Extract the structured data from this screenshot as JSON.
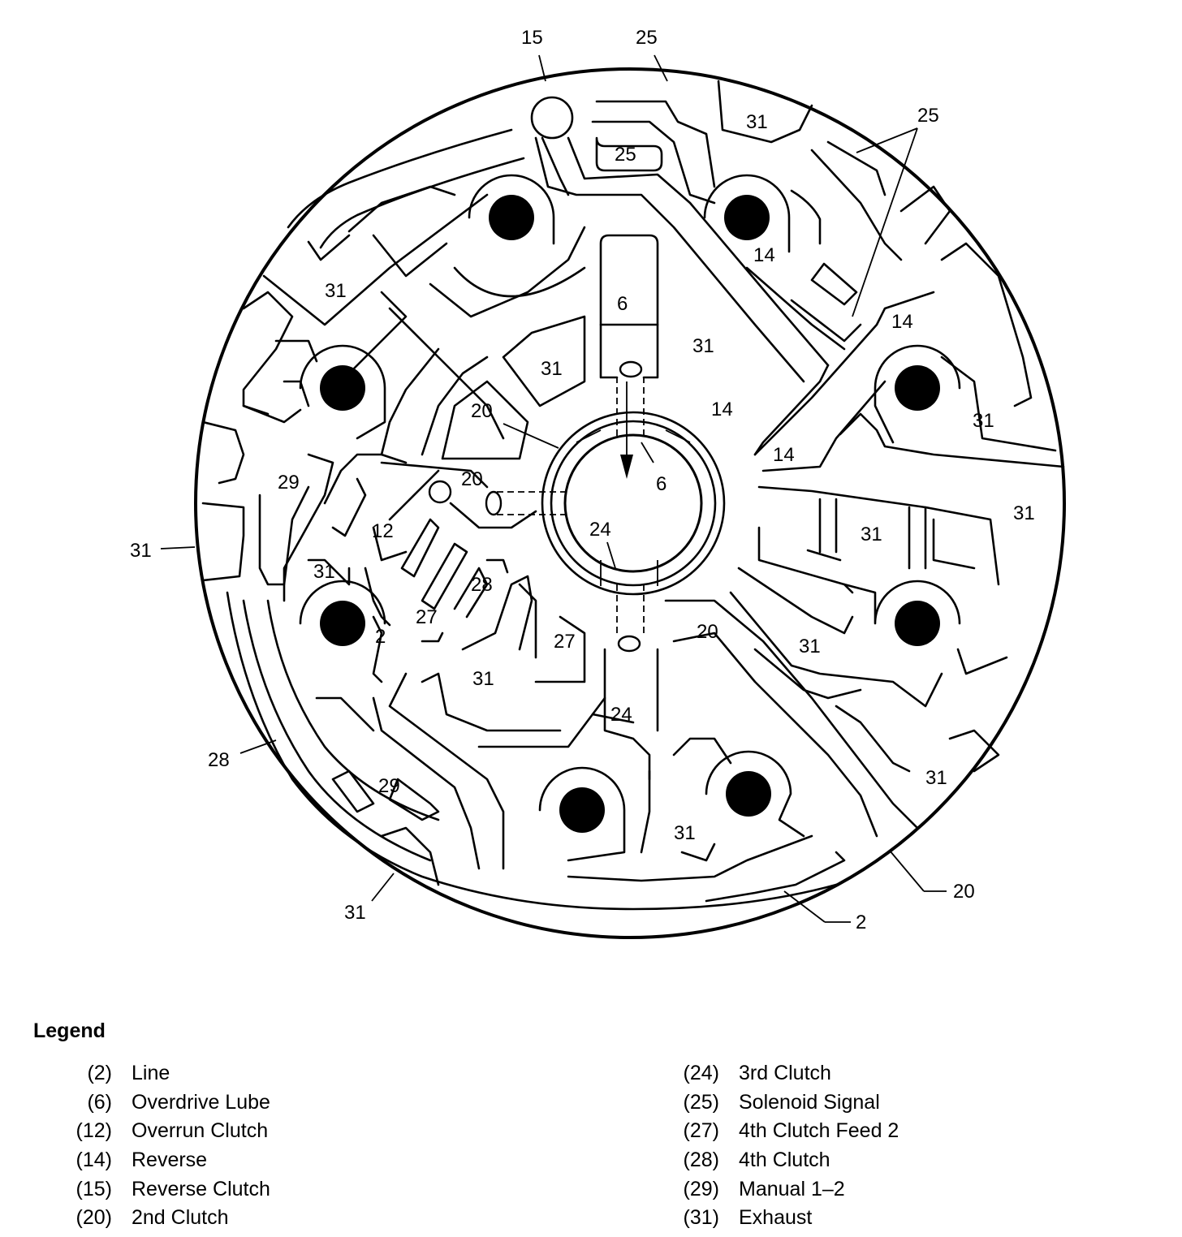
{
  "diagram": {
    "callouts": {
      "top_15": "15",
      "top_25": "25",
      "right_25": "25",
      "left_31": "31",
      "left_28": "28",
      "bottom_31": "31",
      "bottom_20": "20",
      "bottom_2": "2"
    },
    "labels": [
      {
        "id": "c31-top",
        "text": "31"
      },
      {
        "id": "c25-slot",
        "text": "25"
      },
      {
        "id": "c31-left",
        "text": "31"
      },
      {
        "id": "c6",
        "text": "6"
      },
      {
        "id": "c14-a",
        "text": "14"
      },
      {
        "id": "c14-b",
        "text": "14"
      },
      {
        "id": "c31-mid",
        "text": "31"
      },
      {
        "id": "c31-center",
        "text": "31"
      },
      {
        "id": "c20-left",
        "text": "20"
      },
      {
        "id": "c14-c",
        "text": "14"
      },
      {
        "id": "c14-d",
        "text": "14"
      },
      {
        "id": "c31-right",
        "text": "31"
      },
      {
        "id": "c20-valve",
        "text": "20"
      },
      {
        "id": "c6-bore",
        "text": "6"
      },
      {
        "id": "c29-left",
        "text": "29"
      },
      {
        "id": "c12",
        "text": "12"
      },
      {
        "id": "c31-right2",
        "text": "31"
      },
      {
        "id": "c31-rmid",
        "text": "31"
      },
      {
        "id": "c24-bore",
        "text": "24"
      },
      {
        "id": "c31-small",
        "text": "31"
      },
      {
        "id": "c28",
        "text": "28"
      },
      {
        "id": "c27-a",
        "text": "27"
      },
      {
        "id": "c2",
        "text": "2"
      },
      {
        "id": "c27-b",
        "text": "27"
      },
      {
        "id": "c20-low",
        "text": "20"
      },
      {
        "id": "c31-lowr",
        "text": "31"
      },
      {
        "id": "c31-low",
        "text": "31"
      },
      {
        "id": "c24-low",
        "text": "24"
      },
      {
        "id": "c29-low",
        "text": "29"
      },
      {
        "id": "c31-edge",
        "text": "31"
      },
      {
        "id": "c31-bot",
        "text": "31"
      }
    ]
  },
  "legend": {
    "title": "Legend",
    "left": [
      {
        "num": "(2)",
        "text": "Line"
      },
      {
        "num": "(6)",
        "text": "Overdrive Lube"
      },
      {
        "num": "(12)",
        "text": "Overrun Clutch"
      },
      {
        "num": "(14)",
        "text": "Reverse"
      },
      {
        "num": "(15)",
        "text": "Reverse Clutch"
      },
      {
        "num": "(20)",
        "text": "2nd Clutch"
      }
    ],
    "right": [
      {
        "num": "(24)",
        "text": "3rd Clutch"
      },
      {
        "num": "(25)",
        "text": "Solenoid Signal"
      },
      {
        "num": "(27)",
        "text": "4th Clutch Feed 2"
      },
      {
        "num": "(28)",
        "text": "4th Clutch"
      },
      {
        "num": "(29)",
        "text": "Manual 1–2"
      },
      {
        "num": "(31)",
        "text": "Exhaust"
      }
    ]
  }
}
